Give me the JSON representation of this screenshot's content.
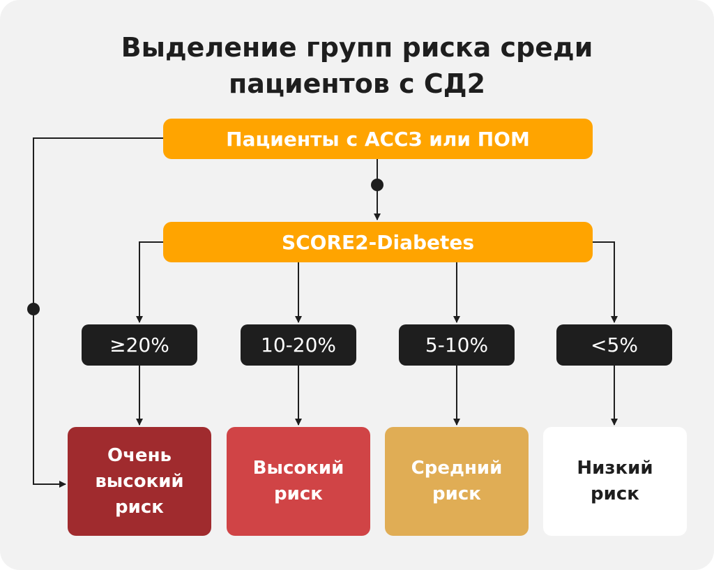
{
  "title": "Выделение групп риска среди\nпациентов с СД2",
  "nodes": {
    "patients": "Пациенты с АССЗ или ПОМ",
    "score": "SCORE2-Diabetes"
  },
  "thresholds": [
    "≥20%",
    "10-20%",
    "5-10%",
    "<5%"
  ],
  "risks": [
    {
      "label": "Очень\nвысокий\nриск",
      "color": "#a02b2e",
      "text_color": "#ffffff"
    },
    {
      "label": "Высокий\nриск",
      "color": "#d04446",
      "text_color": "#ffffff"
    },
    {
      "label": "Средний\nриск",
      "color": "#e0ad55",
      "text_color": "#ffffff"
    },
    {
      "label": "Низкий\nриск",
      "color": "#ffffff",
      "text_color": "#1e1e1e"
    }
  ],
  "colors": {
    "accent": "#ffa400",
    "dark": "#1e1e1e",
    "background": "#f2f2f2"
  }
}
